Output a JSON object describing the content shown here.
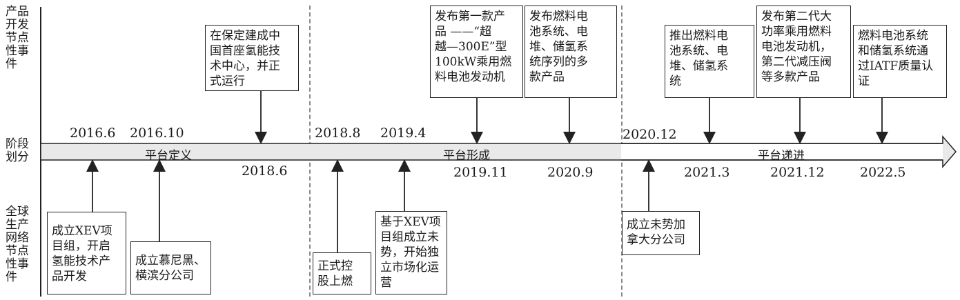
{
  "row_labels": {
    "product": "产品\n开发\n节点\n性事\n件",
    "phase": "阶段\n划分",
    "network": "全球\n生产\n网络\n节点\n性事\n件"
  },
  "phases": [
    "平台定义",
    "平台形成",
    "平台递进"
  ],
  "product_events": [
    {
      "text": "在保定建成中\n国首座氢能技\n术中心，并正\n式运行",
      "date": "2018.6"
    },
    {
      "text": "发布第一款产\n品 ——“超\n越—300E”型\n100kW乘用燃\n料电池发动机",
      "date": "2019.11"
    },
    {
      "text": "发布燃料电\n池系统、电\n堆、储氢系\n统序列的多\n款产品",
      "date": "2020.9"
    },
    {
      "text": "推出燃料电\n池系统、电\n堆、储氢系\n统",
      "date": "2021.3"
    },
    {
      "text": "发布第二代大\n功率乘用燃料\n电池发动机，\n第二代减压阀\n等多款产品",
      "date": "2021.12"
    },
    {
      "text": "燃料电池系统\n和储氢系统通\n过IATF质量认\n证",
      "date": "2022.5"
    }
  ],
  "network_events": [
    {
      "text": "成立XEV项\n目组，开启\n氢能技术产\n品开发",
      "date": "2016.6"
    },
    {
      "text": "成立慕尼黑、\n横滨分公司",
      "date": "2016.10"
    },
    {
      "text": "正式控\n股上燃",
      "date": "2018.8"
    },
    {
      "text": "基于XEV项\n目组成立未\n势，开始独\n立市场化运\n营",
      "date": "2019.4"
    },
    {
      "text": "成立未势加\n拿大分公司",
      "date": "2020.12"
    }
  ]
}
